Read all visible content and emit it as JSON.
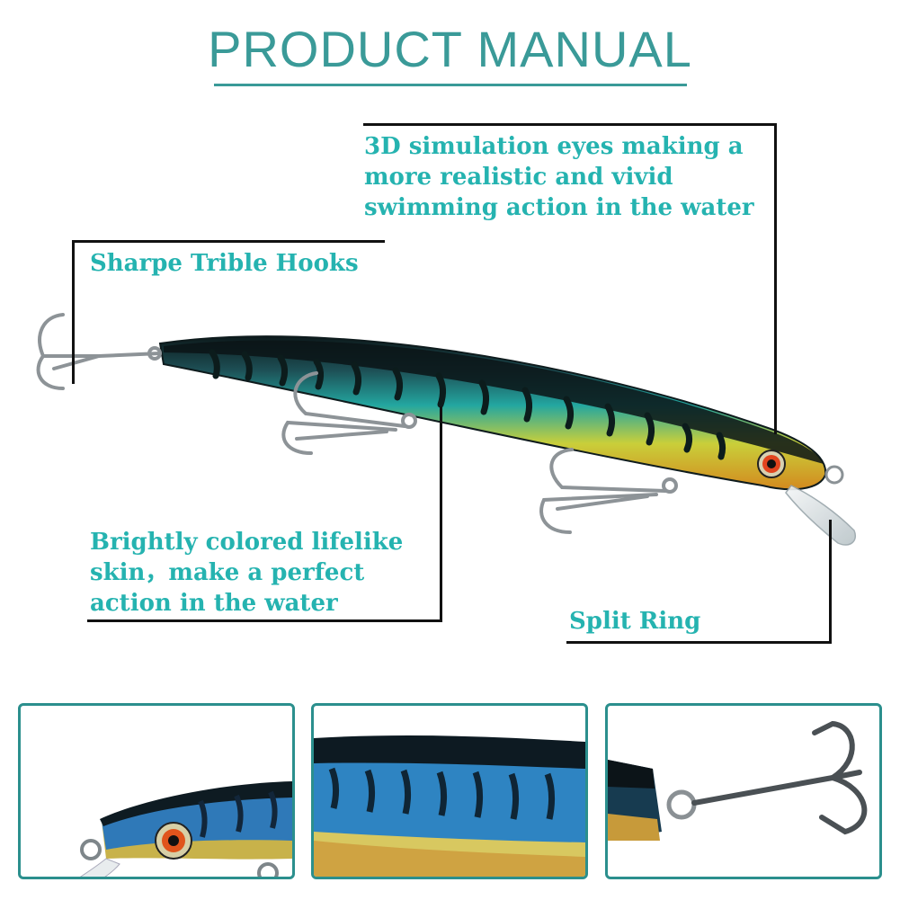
{
  "header": {
    "title": "PRODUCT MANUAL"
  },
  "callouts": {
    "eyes": [
      "3D simulation eyes making a",
      "more realistic and vivid",
      "swimming action in the water"
    ],
    "hooks": "Sharpe Trible Hooks",
    "skin": [
      "Brightly colored lifelike",
      "skin，make a perfect",
      "action in the water"
    ],
    "ring": "Split Ring"
  },
  "icons": {
    "hook": "treble-hook-icon",
    "ring": "split-ring-icon",
    "eye": "fish-eye-icon"
  },
  "colors": {
    "accent": "#25b3b0",
    "title": "#3a9a98",
    "frame": "#2b8f8d",
    "leader": "#111111"
  }
}
